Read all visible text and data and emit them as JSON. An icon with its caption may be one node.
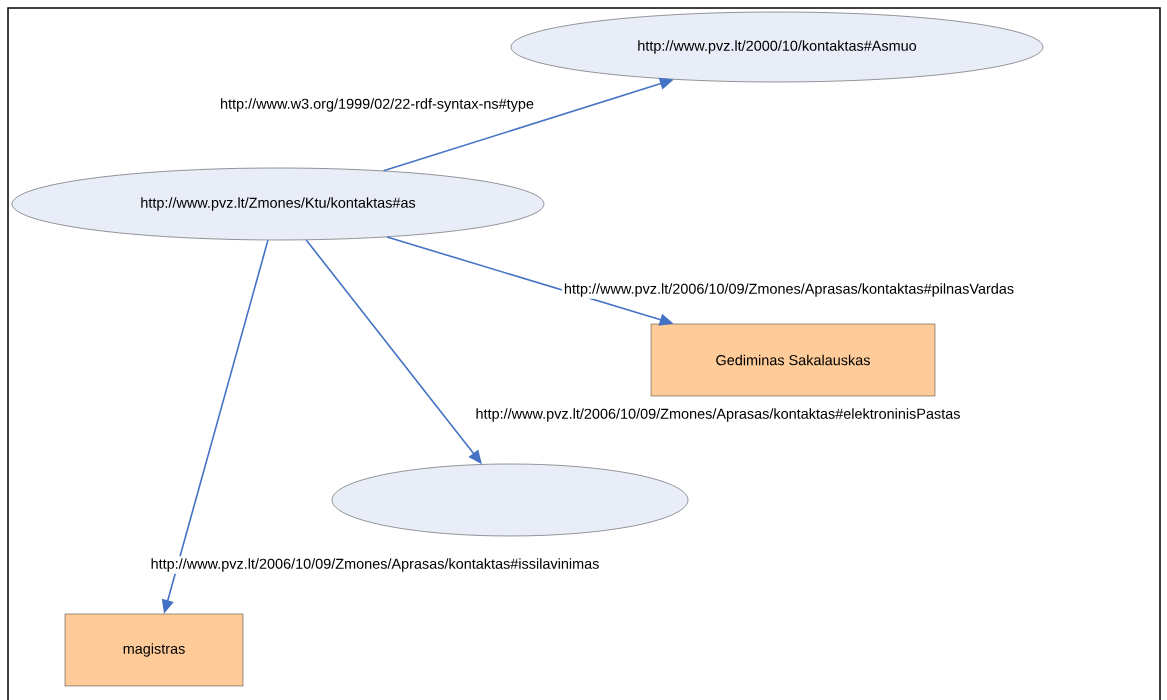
{
  "diagram": {
    "nodes": [
      {
        "text": [
          "http://www.pvz.lt/2000/10/kontaktas#Asmuo"
        ]
      },
      {
        "text": [
          "http://www.pvz.lt/Zmones/Ktu/kontaktas#as"
        ]
      },
      {
        "text": [
          "Gediminas Sakalauskas"
        ]
      },
      {
        "text": [],
        "shape": "ellipse"
      },
      {
        "text": [
          "magistras"
        ]
      }
    ],
    "edges": [
      {
        "from": 1,
        "to": 0,
        "arrow": "to",
        "label": "http://www.w3.org/1999/02/22-rdf-syntax-ns#type"
      },
      {
        "from": 1,
        "to": 2,
        "arrow": "to",
        "label": "http://www.pvz.lt/2006/10/09/Zmones/Aprasas/kontaktas#pilnasVardas"
      },
      {
        "from": 1,
        "to": 3,
        "arrow": "to",
        "label": "http://www.pvz.lt/2006/10/09/Zmones/Aprasas/kontaktas#elektroninisPastas"
      },
      {
        "from": 1,
        "to": 4,
        "arrow": "to",
        "label": "http://www.pvz.lt/2006/10/09/Zmones/Aprasas/kontaktas#issilavinimas"
      }
    ]
  }
}
